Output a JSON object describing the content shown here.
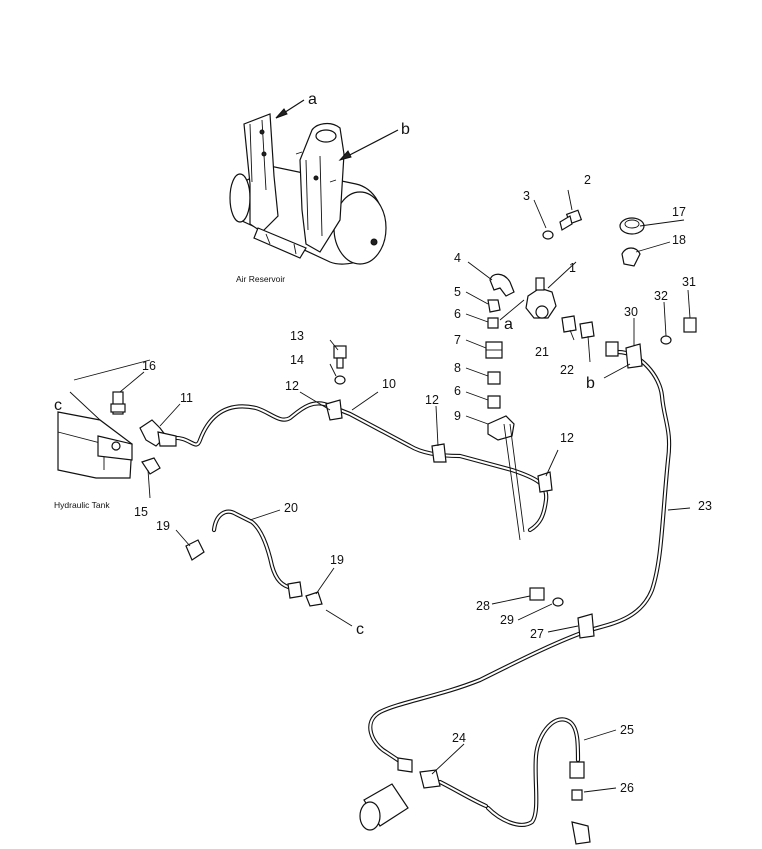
{
  "labels": {
    "p1": "1",
    "p2": "2",
    "p3": "3",
    "p4": "4",
    "p5": "5",
    "p6a": "6",
    "p6b": "6",
    "p7": "7",
    "p8": "8",
    "p9": "9",
    "p10": "10",
    "p11": "11",
    "p12a": "12",
    "p12b": "12",
    "p12c": "12",
    "p13": "13",
    "p14": "14",
    "p15": "15",
    "p16": "16",
    "p17": "17",
    "p18": "18",
    "p19a": "19",
    "p19b": "19",
    "p20": "20",
    "p21": "21",
    "p22": "22",
    "p23": "23",
    "p24": "24",
    "p25": "25",
    "p26": "26",
    "p27": "27",
    "p28": "28",
    "p29": "29",
    "p30": "30",
    "p31": "31",
    "p32": "32"
  },
  "refs": {
    "a_top": "a",
    "a_mid": "a",
    "b_top": "b",
    "b_mid": "b",
    "c_top": "c",
    "c_bot": "c"
  },
  "captions": {
    "air_reservoir": "Air Reservoir",
    "hydraulic_tank": "Hydraulic Tank"
  }
}
